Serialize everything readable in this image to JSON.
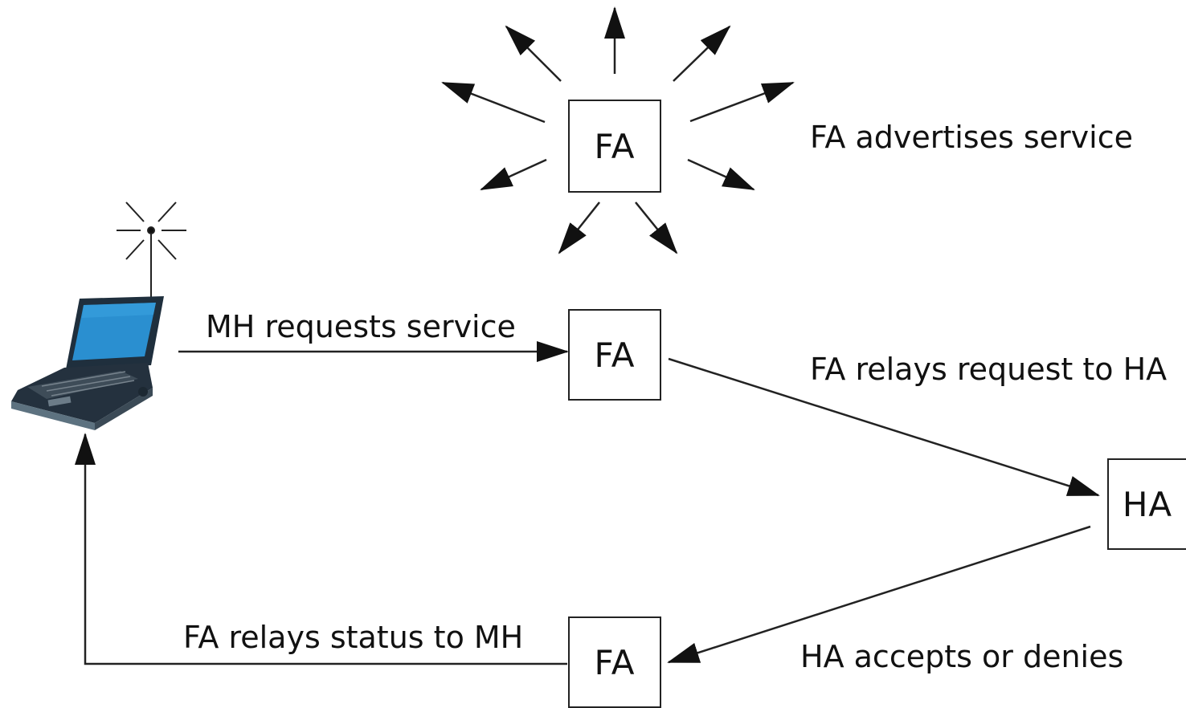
{
  "nodes": {
    "fa_advertise": "FA",
    "fa_request": "FA",
    "ha": "HA",
    "fa_status": "FA"
  },
  "labels": {
    "advertises": "FA advertises service",
    "mh_requests": "MH requests service",
    "fa_relays_request": "FA relays request to HA",
    "ha_accepts": "HA accepts or denies",
    "fa_relays_status": "FA relays status to MH"
  },
  "icons": {
    "mobile_host": "laptop-icon",
    "antenna": "antenna-icon"
  },
  "colors": {
    "line": "#222222",
    "laptop_screen": "#1f86c8",
    "laptop_body": "#1f2f3d"
  }
}
